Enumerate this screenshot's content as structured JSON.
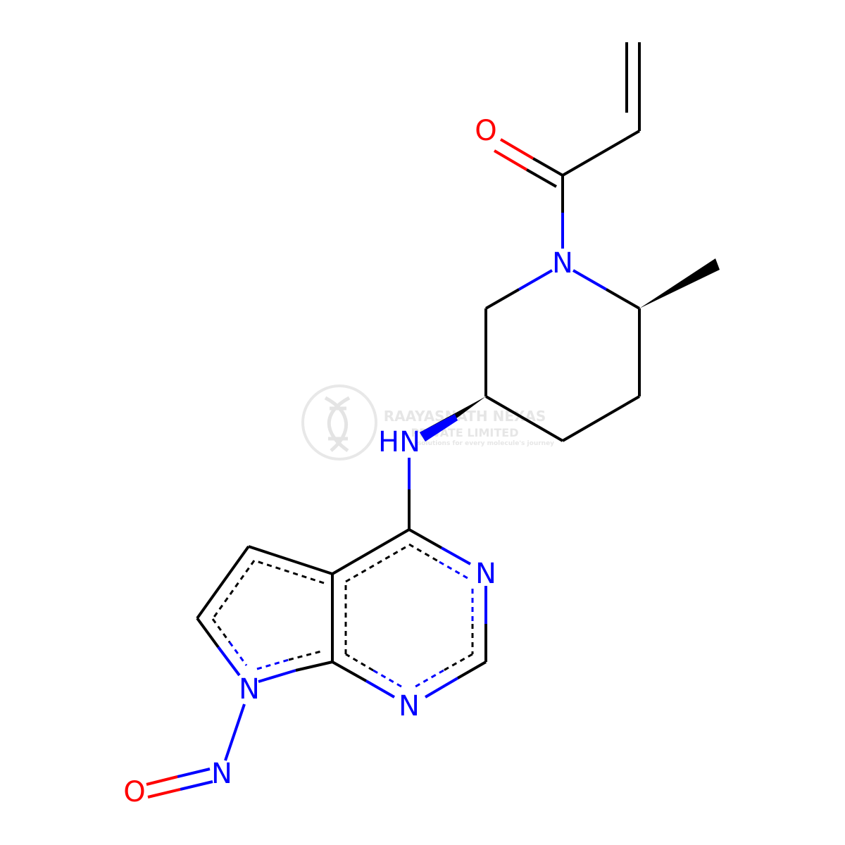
{
  "colors": {
    "carbon_bond": "#000000",
    "nitrogen": "#0000ff",
    "oxygen": "#ff0000",
    "watermark": "#e4e4e4"
  },
  "atoms": {
    "o_carbonyl": "O",
    "n_piperidine": "N",
    "hn_amine": "HN",
    "n_pyrimidine_top": "N",
    "n_pyrimidine_bottom": "N",
    "n_pyrrole": "N",
    "n_nitroso": "N",
    "o_nitroso": "O"
  },
  "watermark": {
    "line1": "RAAYASNATH NEXAS",
    "line2": "PRIVATE LIMITED",
    "tagline": "solutions for every molecule's journey",
    "logo_icon": "dna-helix-icon"
  }
}
